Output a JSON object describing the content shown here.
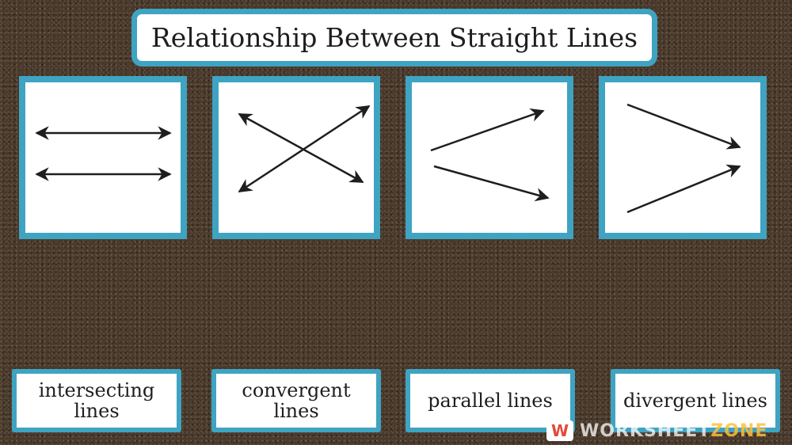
{
  "title": "Relationship Between Straight Lines",
  "cards": [
    {
      "name": "parallel-lines-diagram"
    },
    {
      "name": "intersecting-lines-diagram"
    },
    {
      "name": "divergent-lines-diagram"
    },
    {
      "name": "convergent-lines-diagram"
    }
  ],
  "labels": [
    "intersecting lines",
    "convergent lines",
    "parallel lines",
    "divergent lines"
  ],
  "watermark": {
    "logo": "W",
    "text_part1": "WORKSHEET",
    "text_part2": "ZONE"
  },
  "colors": {
    "frame": "#3fa3c2",
    "background": "#4a3a2c",
    "line": "#1e1e1e"
  }
}
